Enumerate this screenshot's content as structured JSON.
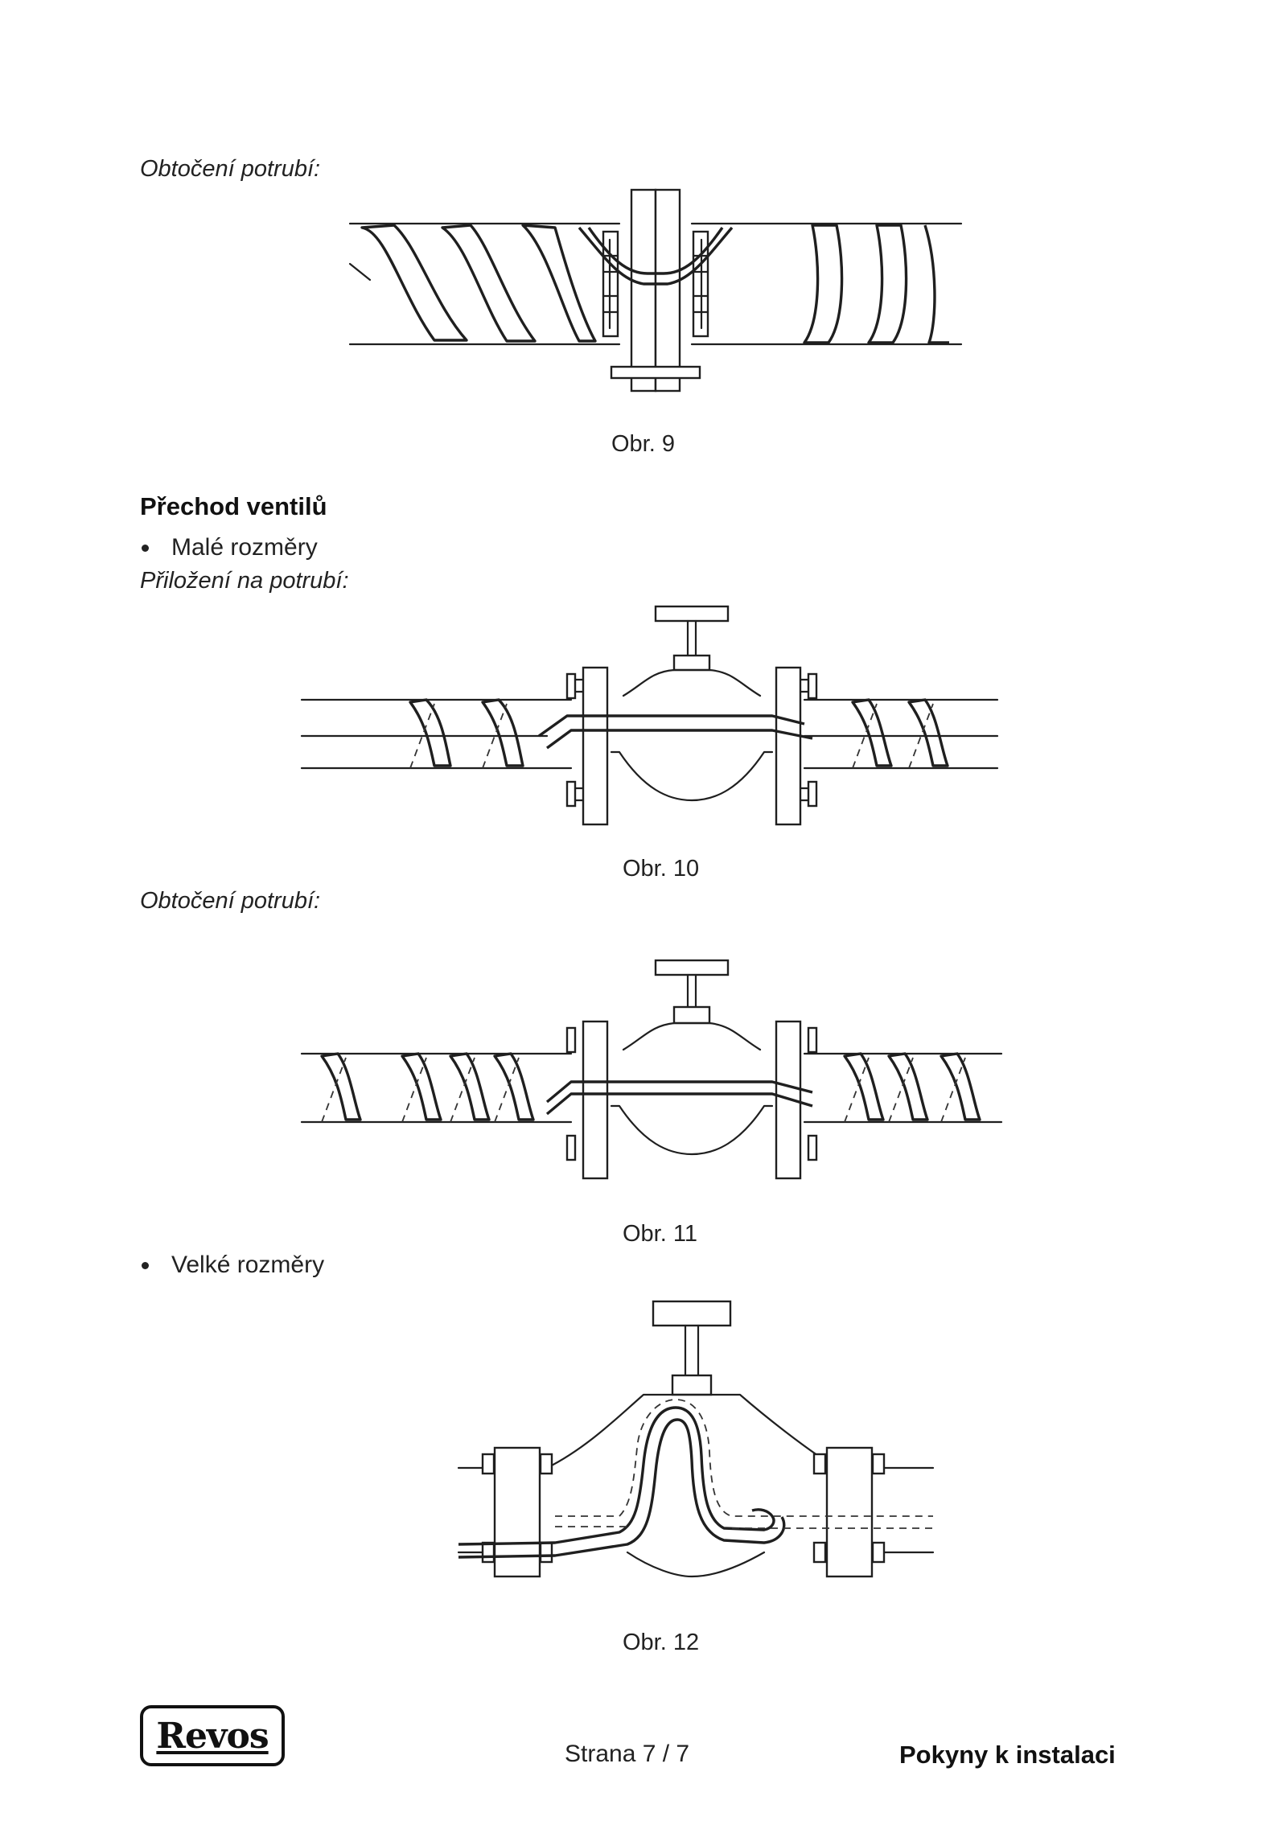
{
  "section1": {
    "label": "Obtočení potrubí:",
    "caption": "Obr. 9"
  },
  "section2": {
    "heading": "Přechod ventilů",
    "bullet_small": "Malé rozměry",
    "label": "Přiložení na potrubí:",
    "caption": "Obr. 10"
  },
  "section3": {
    "label": "Obtočení potrubí:",
    "caption": "Obr. 11"
  },
  "section4": {
    "bullet_large": "Velké rozměry",
    "caption": "Obr. 12"
  },
  "footer": {
    "logo": "Revos",
    "page": "Strana 7 / 7",
    "title": "Pokyny k instalaci"
  }
}
